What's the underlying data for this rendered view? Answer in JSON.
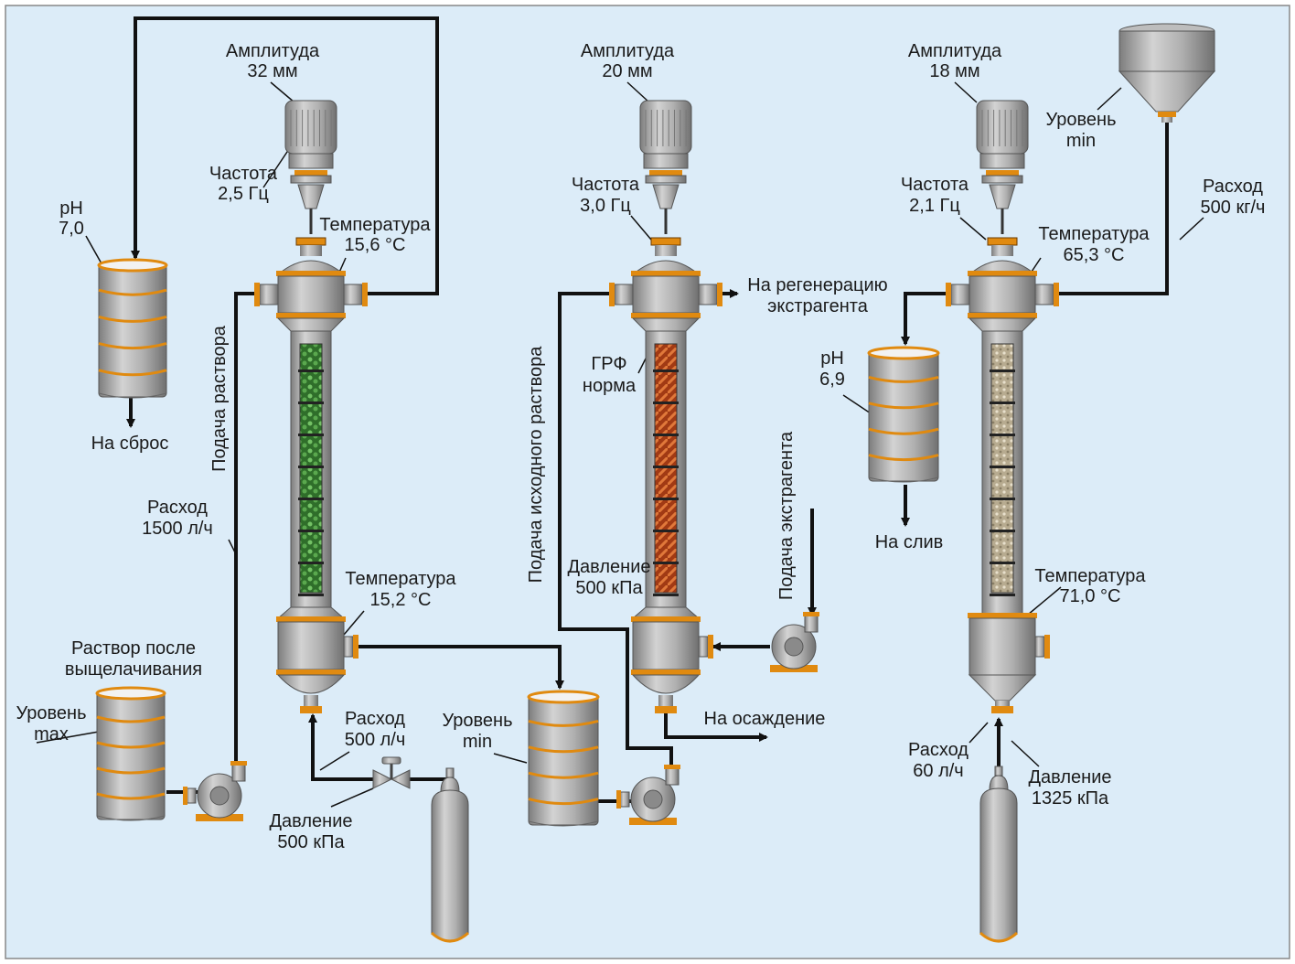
{
  "colors": {
    "background": "#dcecf8",
    "equipment": "#a4a4a4",
    "pipe": "#111111",
    "flange": "#e08a10",
    "packing_column1": "#3f8a36",
    "packing_column2": "#b84a1a",
    "packing_column3": "#c8bca2"
  },
  "column1": {
    "amplitude_title": "Амплитуда",
    "amplitude_value": "32 мм",
    "frequency_title": "Частота",
    "frequency_value": "2,5 Гц",
    "top_temp_title": "Температура",
    "top_temp_value": "15,6 °С",
    "bottom_temp_title": "Температура",
    "bottom_temp_value": "15,2 °С",
    "ph_title": "pH",
    "ph_value": "7,0",
    "discharge": "На сброс",
    "feed_label": "Подача раствора",
    "feed_flow_title": "Расход",
    "feed_flow_value": "1500 л/ч",
    "source_tank_line1": "Раствор после",
    "source_tank_line2": "выщелачивания",
    "level_title": "Уровень",
    "level_value": "max",
    "gas_flow_title": "Расход",
    "gas_flow_value": "500 л/ч",
    "gas_pressure_title": "Давление",
    "gas_pressure_value": "500 кПа"
  },
  "column2": {
    "amplitude_title": "Амплитуда",
    "amplitude_value": "20 мм",
    "frequency_title": "Частота",
    "frequency_value": "3,0 Гц",
    "regen_line1": "На регенерацию",
    "regen_line2": "экстрагента",
    "grf_title": "ГРФ",
    "grf_value": "норма",
    "feed_label": "Подача исходного раствора",
    "pressure_title": "Давление",
    "pressure_value": "500 кПа",
    "extractant_feed": "Подача экстрагента",
    "precipitation": "На осаждение",
    "level_title": "Уровень",
    "level_value": "min"
  },
  "column3": {
    "amplitude_title": "Амплитуда",
    "amplitude_value": "18 мм",
    "frequency_title": "Частота",
    "frequency_value": "2,1 Гц",
    "top_temp_title": "Температура",
    "top_temp_value": "65,3 °С",
    "bottom_temp_title": "Температура",
    "bottom_temp_value": "71,0 °С",
    "hopper_level_title": "Уровень",
    "hopper_level_value": "min",
    "feed_flow_title": "Расход",
    "feed_flow_value": "500 кг/ч",
    "ph_title": "pH",
    "ph_value": "6,9",
    "drain": "На слив",
    "gas_flow_title": "Расход",
    "gas_flow_value": "60 л/ч",
    "gas_pressure_title": "Давление",
    "gas_pressure_value": "1325 кПа"
  }
}
